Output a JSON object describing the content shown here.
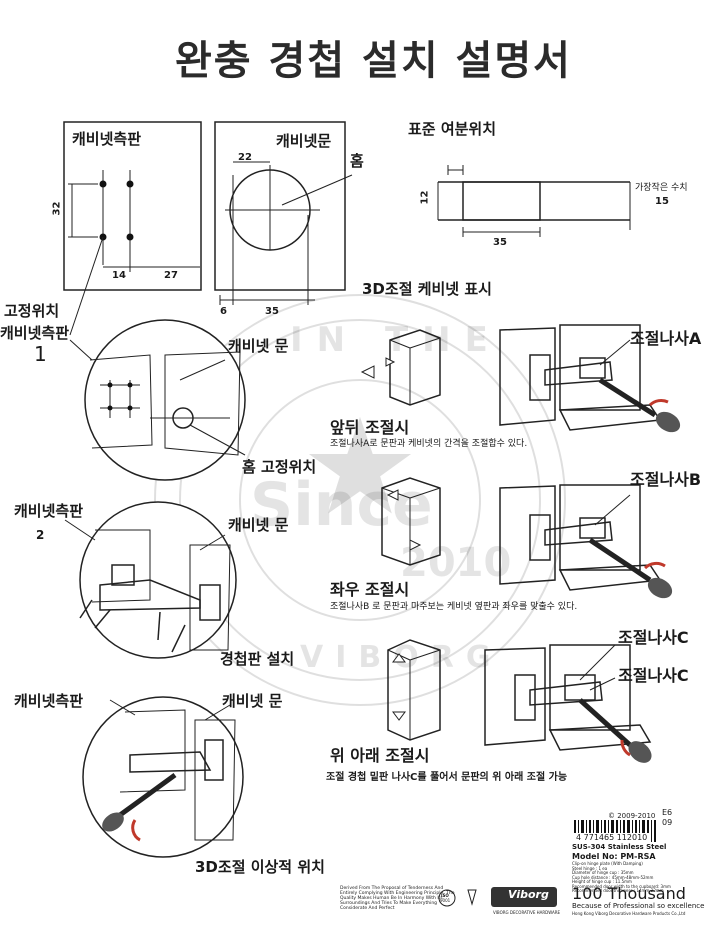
{
  "title": "완충 경첩 설치 설명서",
  "top_left": {
    "side_panel_label": "캐비넷측판",
    "door_label": "캐비넷문",
    "groove_label": "홈",
    "dim_32": "32",
    "dim_14": "14",
    "dim_27": "27",
    "dim_22": "22",
    "dim_6": "6",
    "dim_35": "35"
  },
  "standard_margin": {
    "title": "표준 여분위치",
    "min_value": "가장작은 수치",
    "dim_12": "12",
    "dim_15": "15",
    "dim_35": "35"
  },
  "adjust_heading": "3D조절 케비넷 표시",
  "step1": {
    "fix_label": "고정위치",
    "side_label": "캐비넷측판",
    "number": "1",
    "door_label": "캐비넷 문",
    "groove_fix": "홈 고정위치"
  },
  "step2": {
    "side_label": "캐비넷측판",
    "number": "2",
    "door_label": "캐비넷 문",
    "caption": "경첩판 설치"
  },
  "step3": {
    "side_label": "캐비넷측판",
    "door_label": "캐비넷 문",
    "caption": "3D조절 이상적 위치"
  },
  "adjust1": {
    "title": "앞뒤 조절시",
    "desc": "조절나사A로 문판과 케비넷의 간격을 조절합수 있다.",
    "screw": "조절나사A"
  },
  "adjust2": {
    "title": "좌우 조절시",
    "desc": "조절나사B 로 문판과 마주보는 케비넷 옆판과 좌우를 맞출수 있다.",
    "screw": "조절나사B"
  },
  "adjust3": {
    "title": "위 아래 조절시",
    "desc": "조절 경첩 밑판 나사C를 풀어서 문판의 위 아래 조절 가능",
    "screw1": "조절나사C",
    "screw2": "조절나사C"
  },
  "watermark": {
    "top": "IN THE",
    "middle": "Since",
    "year": "2010",
    "bottom": "VIBORG"
  },
  "footer": {
    "copyright": "© 2009-2010",
    "price_code": "E6",
    "price_sub": "09",
    "barcode_number": "4 771465 112010",
    "material": "SUS-304 Stainless Steel",
    "model": "Model No: PM-RSA",
    "spec_lines": [
      "Clip-on hinge plate (With Damping)",
      "Steel hinge : 1 ea",
      "Diameter of hinge cup : 35mm",
      "Cup hole distance : 45mm-48mm-52mm",
      "Height of hinge cup : 11.5mm",
      "Recommended door width to the cupboard: 3mm",
      "Recommended door thickness : 14mm-22mm"
    ],
    "brand_big": "100 Thousand",
    "brand_sub": "Because of Professional so excellence",
    "brand_company": "Hong Kong Viborg Decorative Hardware Products Co.,Ltd",
    "left_text": "Derived From The Proposal of Tenderness And Entirely Complying With Engineering Principle, The Quality Makes Human Be In Harmony With Its Surroundings And Tries To Make Everything Considerate And Perfect",
    "iso_label": "ISO",
    "iso_sub": "9001",
    "logo": "Viborg",
    "logo_sub": "VIBORG DECORATIVE HARDWARE"
  }
}
